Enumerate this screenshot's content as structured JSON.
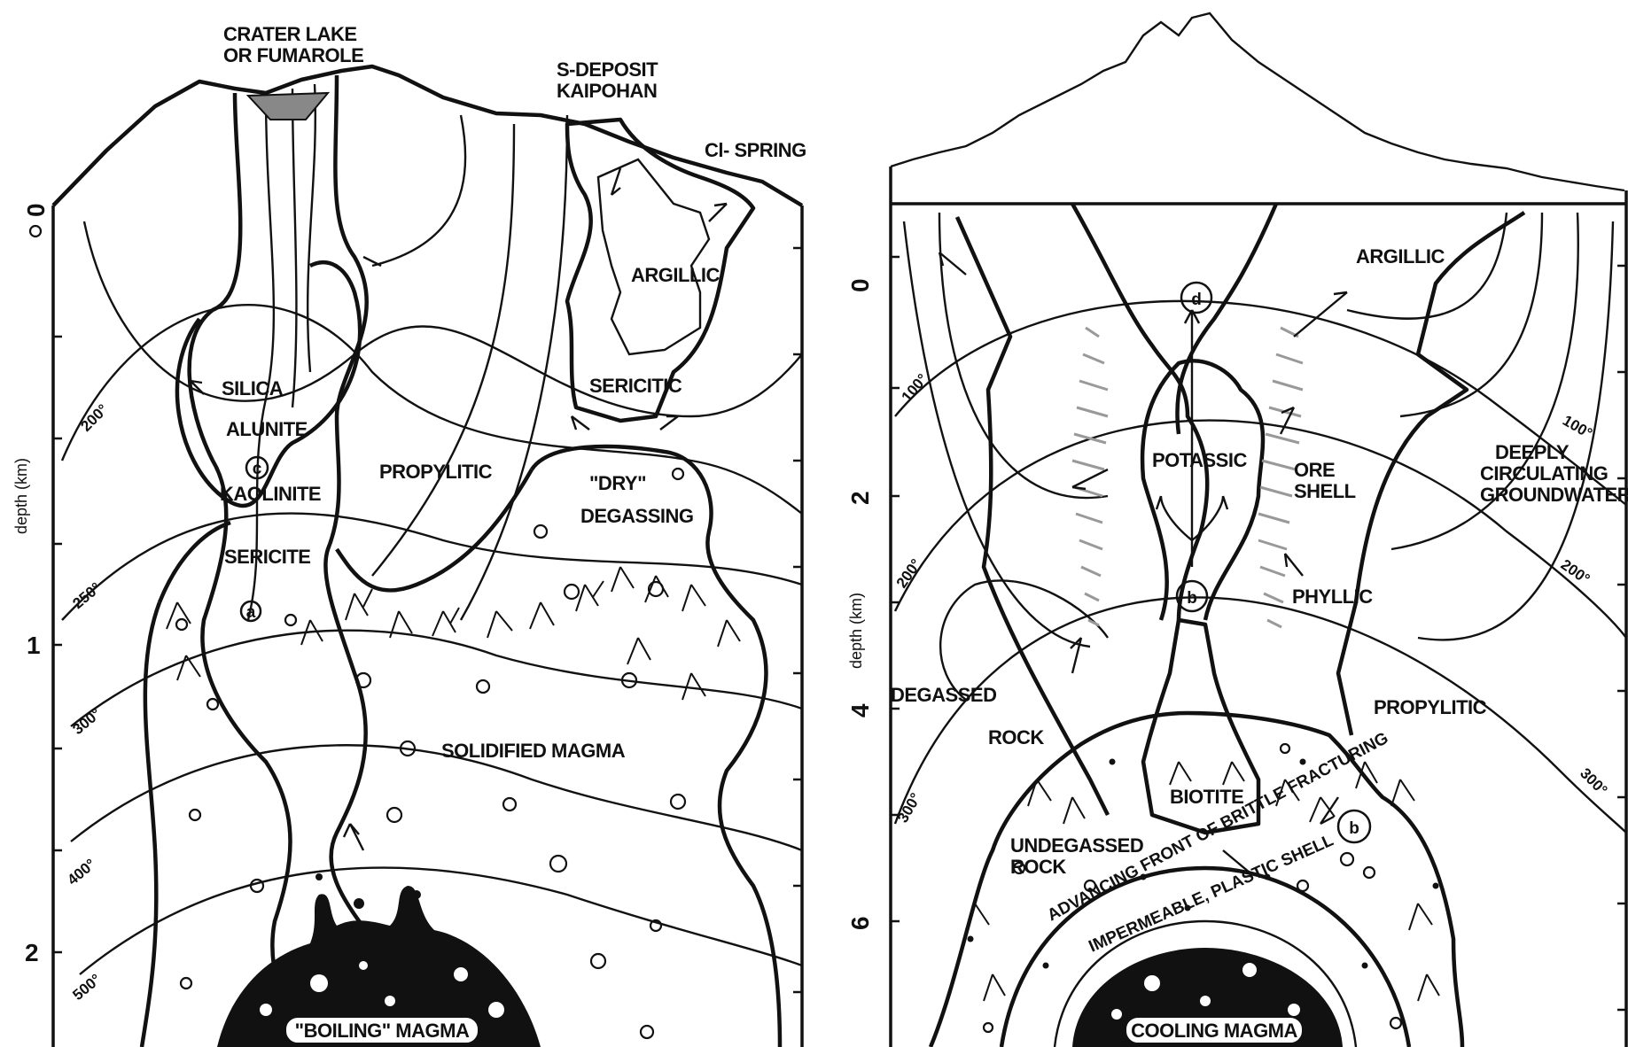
{
  "left_panel": {
    "labels": {
      "crater_lake": [
        "CRATER LAKE",
        "OR FUMAROLE"
      ],
      "s_deposit": [
        "S-DEPOSIT",
        "KAIPOHAN"
      ],
      "cl_spring": "Cl- SPRING",
      "argillic": "ARGILLIC",
      "silica": "SILICA",
      "sericitic": "SERICITIC",
      "alunite": "ALUNITE",
      "propylitic": "PROPYLITIC",
      "kaolinite": "KAOLINITE",
      "dry": "\"DRY\"",
      "degassing": "DEGASSING",
      "sericite": "SERICITE",
      "solidified_magma": "SOLIDIFIED MAGMA",
      "boiling_magma": "\"BOILING\" MAGMA",
      "marker_c": "c",
      "marker_a": "a"
    },
    "axis": {
      "label": "depth (km)",
      "ticks": [
        "0",
        "1",
        "2"
      ]
    },
    "isotherms": [
      "200°",
      "250°",
      "300°",
      "400°",
      "500°"
    ]
  },
  "right_panel": {
    "labels": {
      "argillic": "ARGILLIC",
      "potassic": "POTASSIC",
      "ore_shell": [
        "ORE",
        "SHELL"
      ],
      "deeply_circulating": [
        "DEEPLY",
        "CIRCULATING",
        "GROUNDWATER"
      ],
      "phyllic": "PHYLLIC",
      "degassed": "DEGASSED",
      "rock": "ROCK",
      "propylitic": "PROPYLITIC",
      "biotite": "BIOTITE",
      "undegassed": [
        "UNDEGASSED",
        "ROCK"
      ],
      "advancing_front": "ADVANCING FRONT OF BRITTLE FRACTURING",
      "plastic_shell": "IMPERMEABLE, PLASTIC SHELL",
      "cooling_magma": "COOLING MAGMA",
      "marker_d": "d",
      "marker_b": "b"
    },
    "axis": {
      "label": "depth (km)",
      "ticks": [
        "0",
        "2",
        "4",
        "6"
      ]
    },
    "isotherms_left": [
      "100°",
      "200°",
      "300°"
    ],
    "isotherms_right": [
      "100°",
      "200°",
      "300°"
    ]
  }
}
